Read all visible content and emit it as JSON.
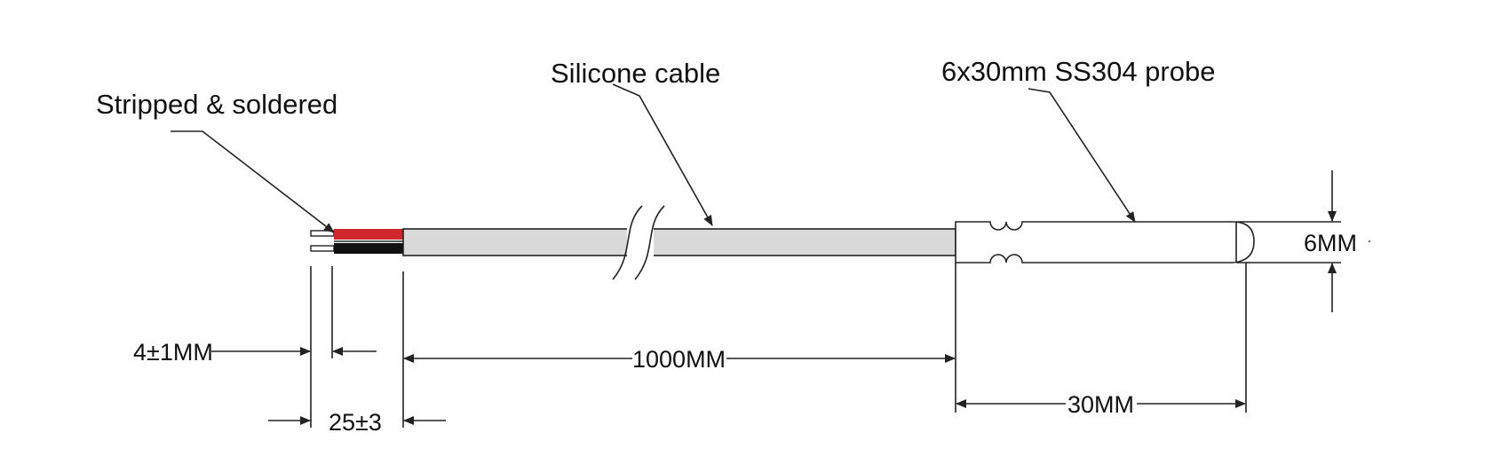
{
  "callouts": {
    "stripped": "Stripped & soldered",
    "cable": "Silicone cable",
    "probe": "6x30mm SS304 probe"
  },
  "dimensions": {
    "strip_length": "4±1MM",
    "tinned_length": "25±3",
    "cable_length": "1000MM",
    "probe_length": "30MM",
    "probe_diameter": "6MM"
  },
  "colors": {
    "cable_jacket": "#d9d9d9",
    "wire_red": "#d0262d",
    "wire_black": "#111111",
    "probe_body": "#ffffff",
    "line": "#222222"
  }
}
